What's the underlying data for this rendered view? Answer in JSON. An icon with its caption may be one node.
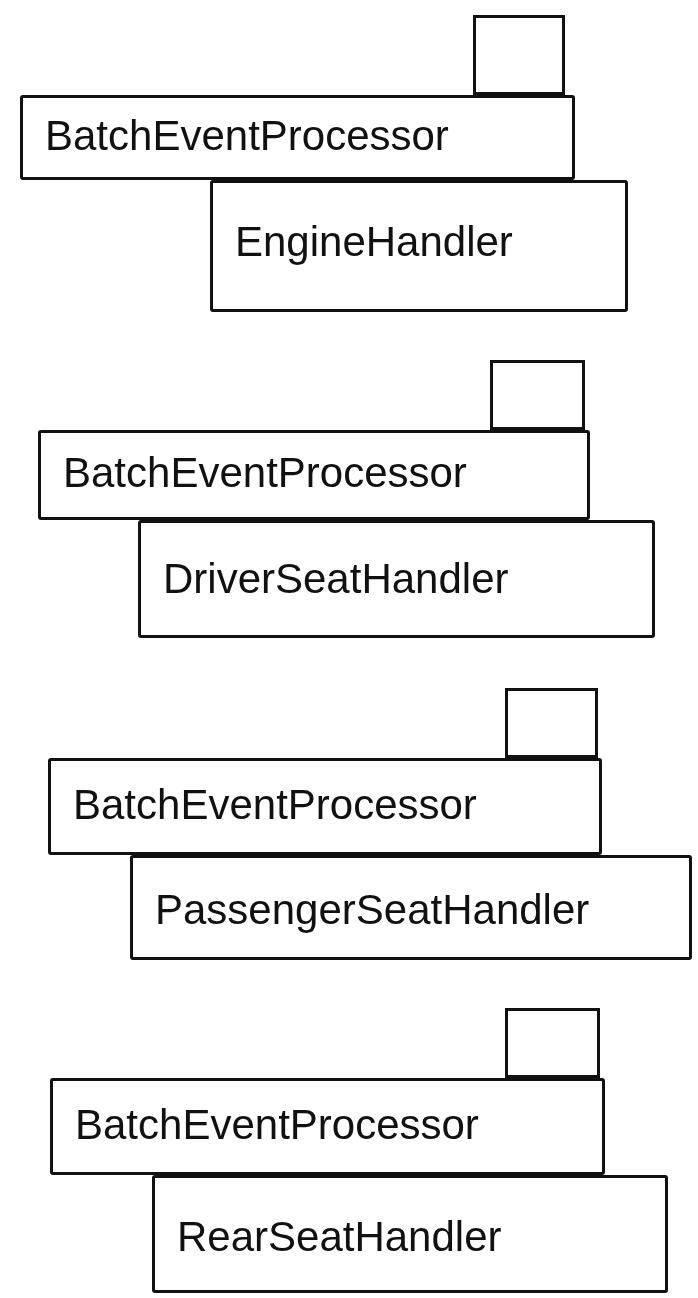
{
  "diagram": {
    "nodes": [
      {
        "text": [
          "BatchEventProcessor"
        ]
      },
      {
        "text": [],
        "shape": "box"
      },
      {
        "text": [
          "EngineHandler"
        ]
      },
      {
        "text": [
          "BatchEventProcessor"
        ]
      },
      {
        "text": [],
        "shape": "box"
      },
      {
        "text": [
          "DriverSeatHandler"
        ]
      },
      {
        "text": [
          "BatchEventProcessor"
        ]
      },
      {
        "text": [],
        "shape": "box"
      },
      {
        "text": [
          "PassengerSeatHandler"
        ]
      },
      {
        "text": [
          "BatchEventProcessor"
        ]
      },
      {
        "text": [],
        "shape": "box"
      },
      {
        "text": [
          "RearSeatHandler"
        ]
      }
    ]
  }
}
